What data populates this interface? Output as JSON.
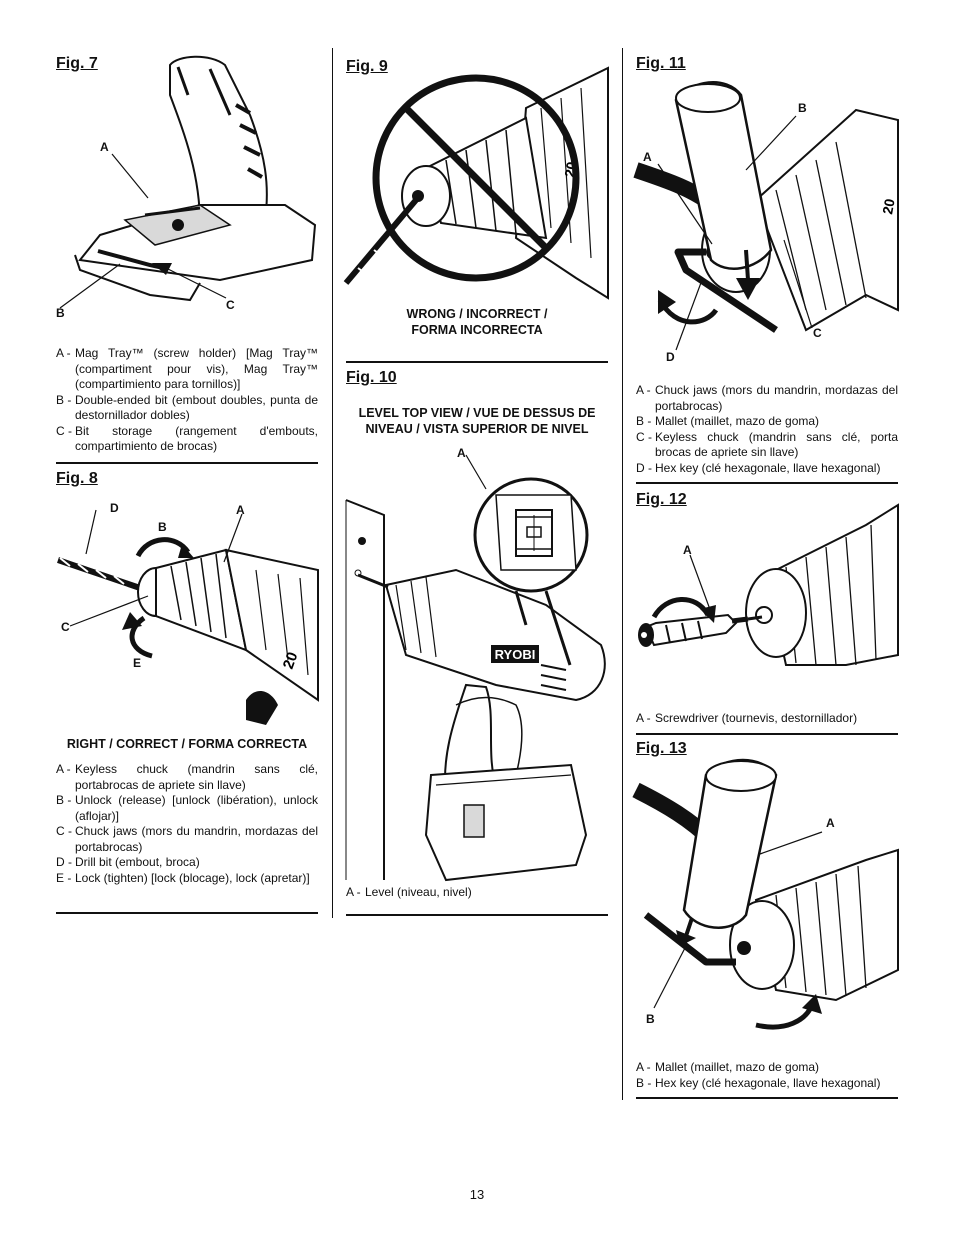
{
  "page_number": "13",
  "fig7": {
    "title": "Fig. 7",
    "labels": {
      "a": "A",
      "b": "B",
      "c": "C"
    },
    "legend": [
      {
        "key": "A -",
        "text": "Mag Tray™ (screw holder) [Mag Tray™ (compartiment pour vis), Mag Tray™ (compartimiento para tornillos)]"
      },
      {
        "key": "B -",
        "text": "Double-ended bit (embout doubles, punta de destornillador dobles)"
      },
      {
        "key": "C -",
        "text": "Bit storage (rangement d'embouts, compartimiento de brocas)"
      }
    ]
  },
  "fig8": {
    "title": "Fig. 8",
    "labels": {
      "a": "A",
      "b": "B",
      "c": "C",
      "d": "D",
      "e": "E"
    },
    "chuck_text": "20",
    "caption": "RIGHT / CORRECT / FORMA CORRECTA",
    "legend": [
      {
        "key": "A -",
        "text": "Keyless chuck (mandrin sans clé, portabrocas de apriete sin llave)"
      },
      {
        "key": "B -",
        "text": "Unlock (release) [unlock (libération), unlock (aflojar)]"
      },
      {
        "key": "C -",
        "text": "Chuck jaws (mors du mandrin, mordazas del portabrocas)"
      },
      {
        "key": "D -",
        "text": "Drill bit (embout, broca)"
      },
      {
        "key": "E -",
        "text": "Lock (tighten) [lock (blocage), lock (apretar)]"
      }
    ]
  },
  "fig9": {
    "title": "Fig. 9",
    "chuck_text": "20",
    "caption_line1": "WRONG / INCORRECT /",
    "caption_line2": "FORMA INCORRECTA"
  },
  "fig10": {
    "title": "Fig. 10",
    "caption_line1": "LEVEL TOP VIEW / VUE DE DESSUS DE",
    "caption_line2": "NIVEAU / VISTA SUPERIOR  DE NIVEL",
    "labels": {
      "a": "A"
    },
    "brand": "RYOBI",
    "legend": [
      {
        "key": "A -",
        "text": "Level (niveau, nivel)"
      }
    ]
  },
  "fig11": {
    "title": "Fig. 11",
    "labels": {
      "a": "A",
      "b": "B",
      "c": "C",
      "d": "D"
    },
    "chuck_text": "20",
    "legend": [
      {
        "key": "A -",
        "text": "Chuck jaws (mors du mandrin, mordazas del portabrocas)"
      },
      {
        "key": "B -",
        "text": "Mallet (maillet, mazo de goma)"
      },
      {
        "key": "C -",
        "text": "Keyless chuck (mandrin sans clé, porta brocas de apriete sin llave)"
      },
      {
        "key": "D -",
        "text": "Hex key (clé  hexagonale, llave  hexagonal)"
      }
    ]
  },
  "fig12": {
    "title": "Fig. 12",
    "labels": {
      "a": "A"
    },
    "legend": [
      {
        "key": "A -",
        "text": "Screwdriver (tournevis, destornillador)"
      }
    ]
  },
  "fig13": {
    "title": "Fig. 13",
    "labels": {
      "a": "A",
      "b": "B"
    },
    "legend": [
      {
        "key": "A -",
        "text": "Mallet (maillet, mazo de goma)"
      },
      {
        "key": "B -",
        "text": "Hex key (clé  hexagonale, llave  hexagonal)"
      }
    ]
  }
}
